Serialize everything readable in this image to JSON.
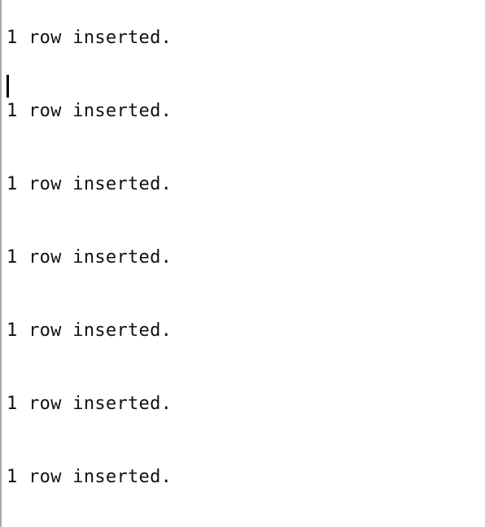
{
  "output": {
    "lines": [
      "1 row inserted.",
      "1 row inserted.",
      "1 row inserted.",
      "1 row inserted.",
      "1 row inserted.",
      "1 row inserted.",
      "1 row inserted."
    ]
  }
}
